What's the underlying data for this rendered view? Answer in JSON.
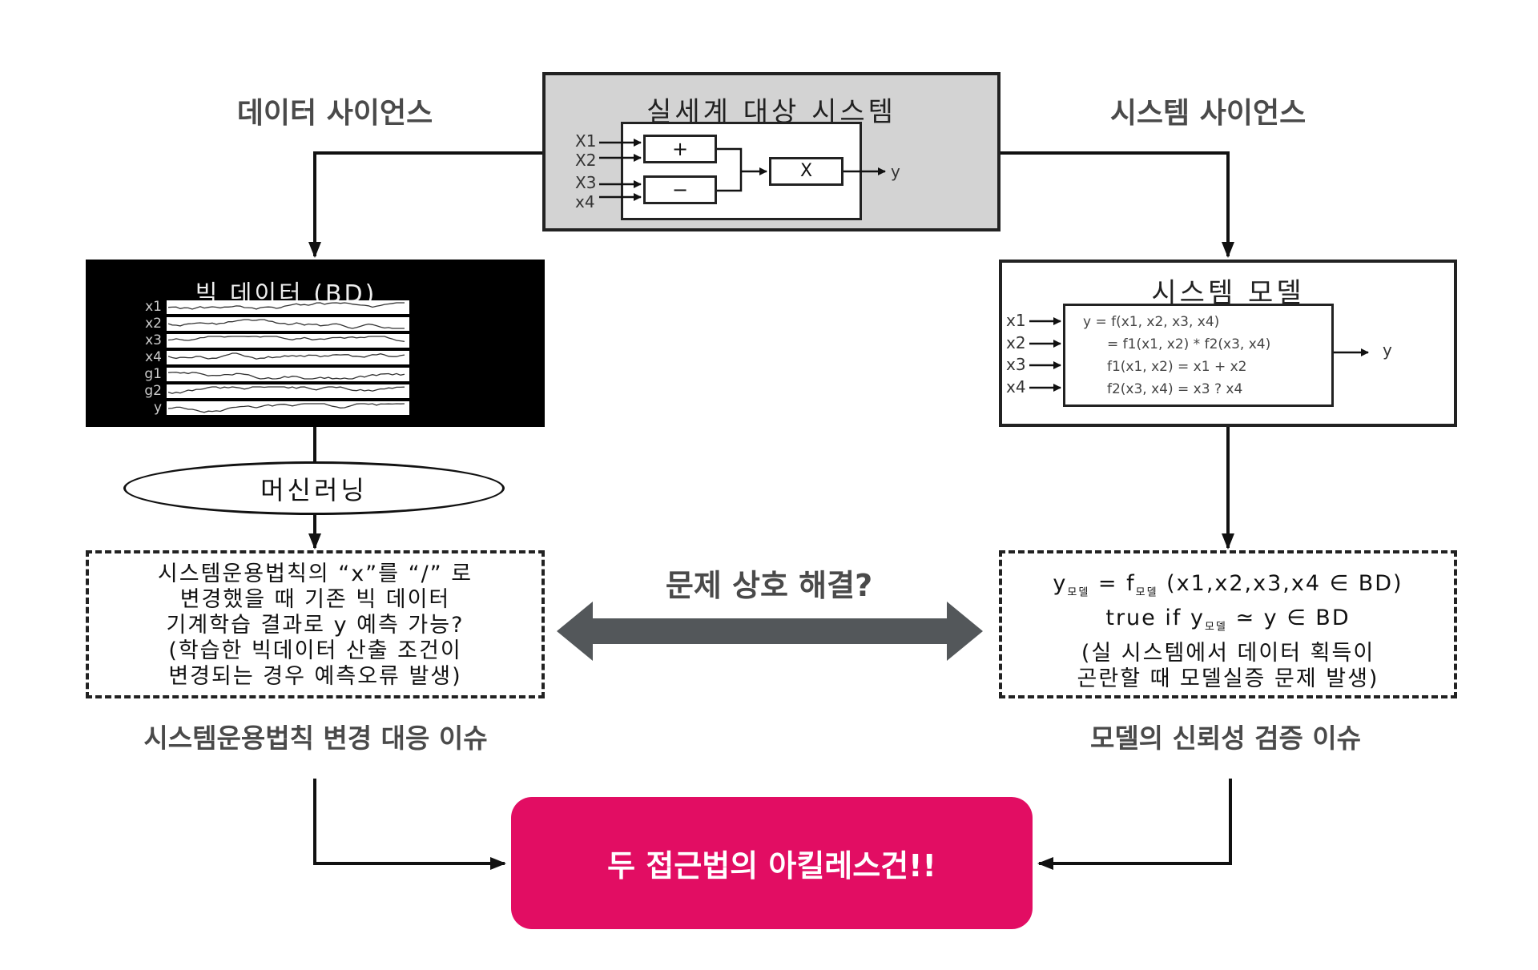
{
  "labels": {
    "data_science": "데이터 사이언스",
    "system_science": "시스템 사이언스",
    "center_question": "문제 상호 해결?",
    "left_issue": "시스템운용법칙 변경 대응 이슈",
    "right_issue": "모델의 신뢰성 검증 이슈",
    "conclusion": "두 접근법의 아킬레스건!!"
  },
  "real_system": {
    "title": "실세계 대상 시스템",
    "inputs": [
      "X1",
      "X2",
      "X3",
      "x4"
    ],
    "plus": "+",
    "minus": "−",
    "times": "X",
    "output": "y"
  },
  "big_data": {
    "title": "빅 데이터 (BD)",
    "series": [
      "x1",
      "x2",
      "x3",
      "x4",
      "g1",
      "g2",
      "y"
    ]
  },
  "machine_learning": "머신러닝",
  "system_model": {
    "title": "시스템 모델",
    "inputs": [
      "x1",
      "x2",
      "x3",
      "x4"
    ],
    "equations": [
      "y = f(x1, x2, x3, x4)",
      "= f1(x1, x2) * f2(x3, x4)",
      "f1(x1, x2) = x1 + x2",
      "f2(x3, x4) = x3 ? x4"
    ],
    "output": "y"
  },
  "left_box": {
    "lines": [
      "시스템운용법칙의 “x”를 “/” 로",
      "변경했을 때 기존 빅 데이터",
      "기계학습 결과로 y 예측 가능?",
      "(학습한 빅데이터 산출 조건이",
      "변경되는 경우 예측오류 발생)"
    ]
  },
  "right_box": {
    "line1_y": "y",
    "line1_sub": "모델",
    "line1_eq": " = f",
    "line1_sub2": "모델",
    "line1_rest": " (x1,x2,x3,x4 ∈ BD)",
    "line2_pre": "true if y",
    "line2_sub": "모델",
    "line2_rest": " ≃ y ∈ BD",
    "line3": "(실 시스템에서 데이터 획득이",
    "line4": "곤란할 때 모델실증 문제 발생)"
  },
  "colors": {
    "accent": "#e20d63",
    "arrow_gray": "#53575a",
    "box_gray": "#d3d3d3"
  }
}
